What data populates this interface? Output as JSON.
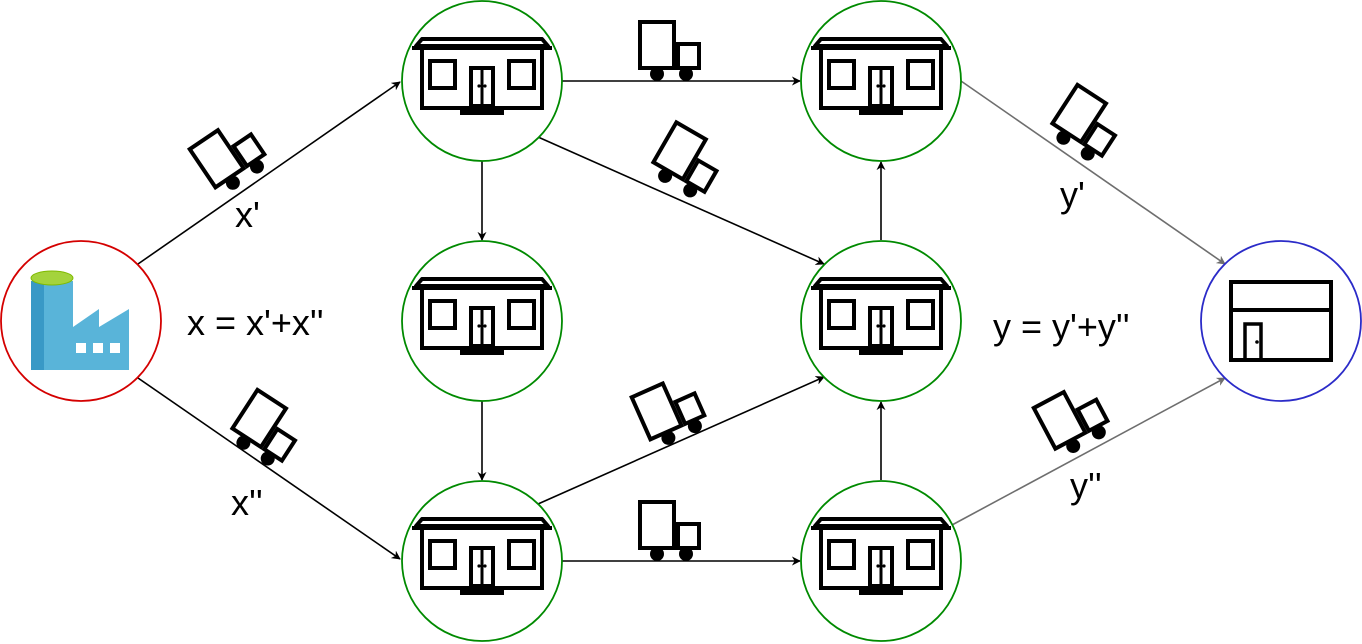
{
  "colors": {
    "factory_ring": "#d40000",
    "warehouse_ring": "#008a00",
    "store_ring": "#2b2bc8",
    "edge": "#000000",
    "edge_out": "#6e6e6e",
    "factory_blue": "#59b4d9",
    "factory_dark": "#3999c6",
    "factory_top": "#a4d33c"
  },
  "nodes": {
    "factory": {
      "icon": "factory-icon"
    },
    "warehouse_icon": "warehouse-icon",
    "store": {
      "icon": "store-icon"
    }
  },
  "labels": {
    "x_prime": "x'",
    "x_double": "x''",
    "x_eq": "x = x'+x''",
    "y_prime": "y'",
    "y_double": "y''",
    "y_eq": "y = y'+y''"
  },
  "truck_icon": "truck-icon"
}
